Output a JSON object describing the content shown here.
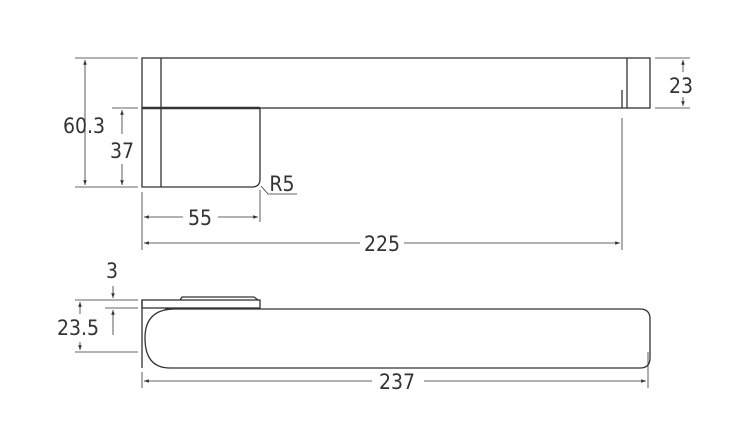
{
  "top_view": {
    "dims": {
      "total_height": "60.3",
      "block_height": "37",
      "bar_height": "23",
      "block_width": "55",
      "length": "225",
      "radius": "R5"
    }
  },
  "side_view": {
    "dims": {
      "plate_thickness": "3",
      "height": "23.5",
      "length": "237"
    }
  },
  "colors": {
    "line": "#333333",
    "background": "#ffffff"
  }
}
